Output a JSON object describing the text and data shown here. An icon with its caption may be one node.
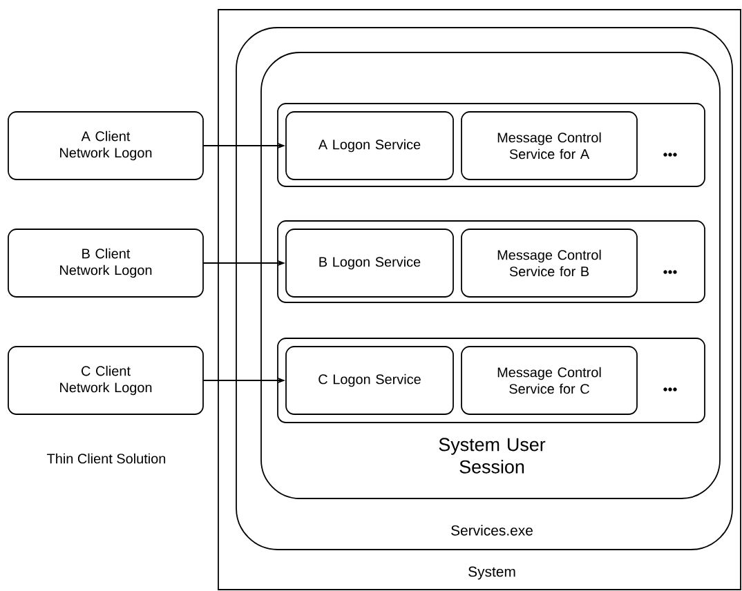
{
  "diagram": {
    "nodes": [
      {
        "text": [
          "System"
        ]
      },
      {
        "text": [
          "Services.exe"
        ],
        "in": 0
      },
      {
        "text": [
          "System User Session"
        ],
        "in": 1
      },
      {
        "text": [
          "•••"
        ],
        "in": 2
      },
      {
        "text": [
          "A Logon Service"
        ],
        "in": 3
      },
      {
        "text": [
          "Message Control Service for A"
        ],
        "in": 3
      },
      {
        "text": [
          "•••"
        ],
        "in": 2
      },
      {
        "text": [
          "B Logon Service"
        ],
        "in": 6
      },
      {
        "text": [
          "Message Control Service for B"
        ],
        "in": 6
      },
      {
        "text": [
          "•••"
        ],
        "in": 2
      },
      {
        "text": [
          "C Logon Service"
        ],
        "in": 9
      },
      {
        "text": [
          "Message Control Service for C"
        ],
        "in": 9
      },
      {
        "text": [
          "A Client Network Logon"
        ]
      },
      {
        "text": [
          "B Client Network Logon"
        ]
      },
      {
        "text": [
          "C Client Network Logon"
        ]
      }
    ],
    "edges": [
      {
        "from": 12,
        "to": 4,
        "arrow": "to"
      },
      {
        "from": 13,
        "to": 7,
        "arrow": "to"
      },
      {
        "from": 14,
        "to": 10,
        "arrow": "to"
      }
    ],
    "labels": [
      "Thin Client Solution"
    ]
  }
}
